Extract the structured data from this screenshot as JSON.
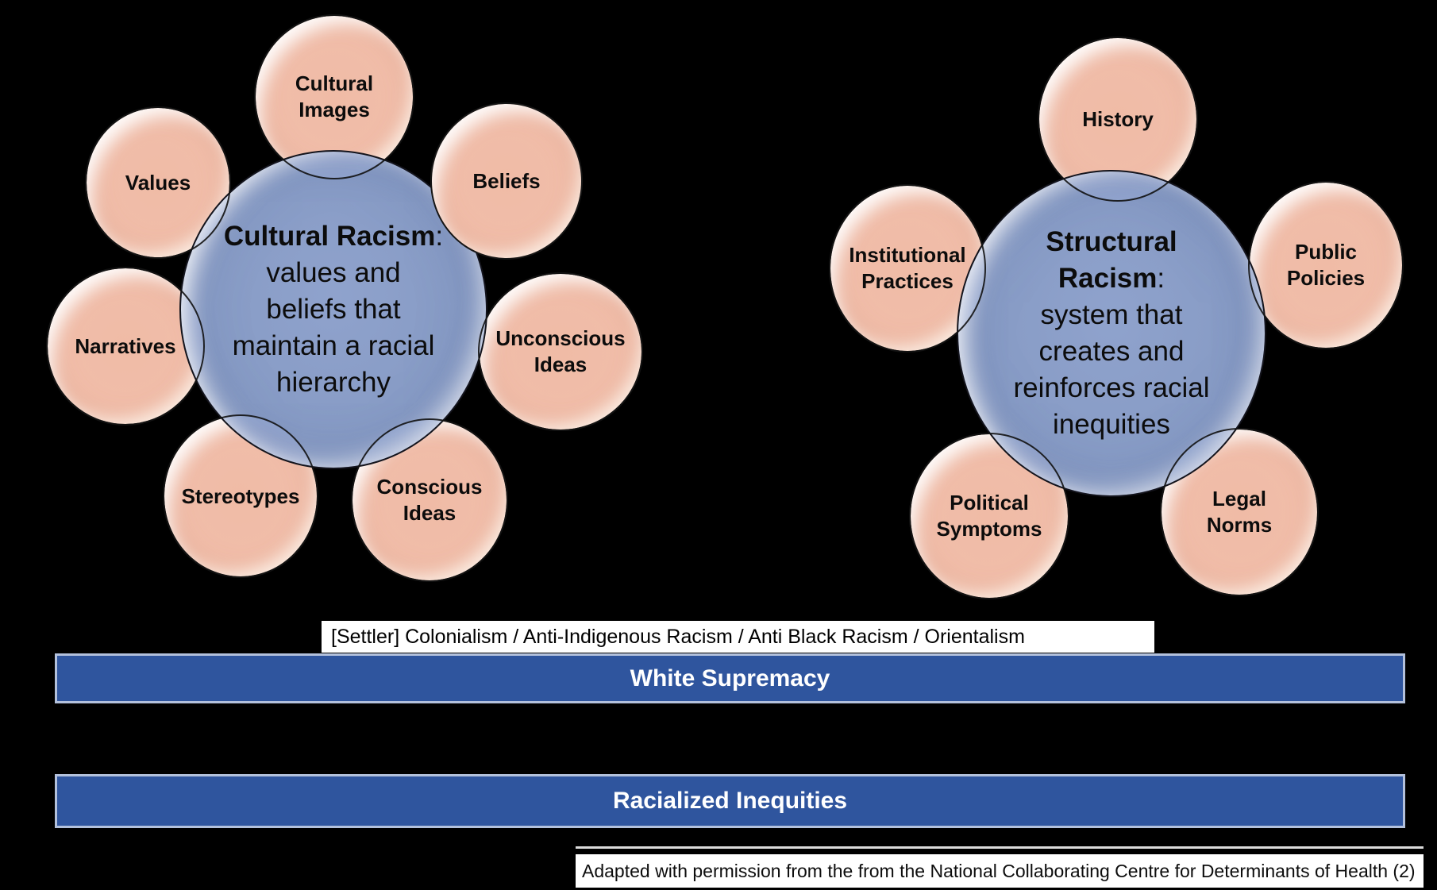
{
  "colors": {
    "background": "#000000",
    "satellite_peach": "#F2C0AB",
    "hub_blue": "#8FA4D0",
    "bar_blue": "#2F559E",
    "bar_border_light": "#B3C1DC",
    "text_dark": "#0C0C0C",
    "text_light": "#FFFFFF"
  },
  "clusters": [
    {
      "name": "cultural-racism",
      "center": {
        "title": "Cultural Racism",
        "colon": ":",
        "lines": [
          "values and",
          "beliefs that",
          "maintain a racial",
          "hierarchy"
        ]
      },
      "satellites": [
        {
          "label": "Cultural\nImages"
        },
        {
          "label": "Values"
        },
        {
          "label": "Beliefs"
        },
        {
          "label": "Narratives"
        },
        {
          "label": "Unconscious\nIdeas"
        },
        {
          "label": "Stereotypes"
        },
        {
          "label": "Conscious\nIdeas"
        }
      ]
    },
    {
      "name": "structural-racism",
      "center": {
        "title_line1": "Structural",
        "title_line2": "Racism",
        "colon": ":",
        "lines": [
          "system that",
          "creates and",
          "reinforces racial",
          "inequities"
        ]
      },
      "satellites": [
        {
          "label": "History"
        },
        {
          "label": "Institutional\nPractices"
        },
        {
          "label": "Public\nPolicies"
        },
        {
          "label": "Political\nSymptoms"
        },
        {
          "label": "Legal\nNorms"
        }
      ]
    }
  ],
  "bars": {
    "colonialism": {
      "text": "[Settler] Colonialism / Anti-Indigenous Racism / Anti Black Racism / Orientalism"
    },
    "white_supremacy": {
      "text": "White Supremacy"
    },
    "racialized_inequities": {
      "text": "Racialized Inequities"
    },
    "attribution": {
      "text": "Adapted with permission from the from the National Collaborating Centre for Determinants of Health (2)"
    }
  }
}
